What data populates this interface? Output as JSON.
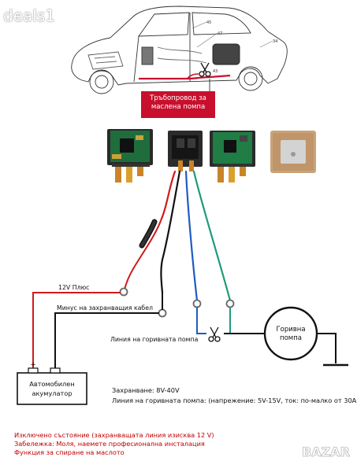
{
  "watermark": "deals1",
  "pipe_label": [
    "Тръбопровод за",
    "маслена помпа"
  ],
  "labels": {
    "plus12": "12V Плюс",
    "minus_cable": "Минус на захранващия кабел",
    "fuel_line": "Линия на горивната помпа",
    "fuel_pump": [
      "Горивна",
      "помпа"
    ],
    "battery": [
      "Автомобилен",
      "акумулатор"
    ],
    "battery_plus": "+",
    "battery_minus": "-"
  },
  "specs": [
    "Захранване: 8V-40V",
    "Линия на горивната помпа: (напрежение: 5V-15V, ток: по-малко от 30A)"
  ],
  "notes": [
    "Изключено състояние (захранващата линия изисква 12 V)",
    "Забележка: Моля, наемете професионална инсталация",
    "Функция за спиране на маслото"
  ],
  "logo": "BAZAR",
  "colors": {
    "red_label_bg": "#c8102e",
    "note_text": "#c00000",
    "wire_red": "#d11a1a",
    "wire_black": "#111111",
    "wire_blue": "#1e5bc6",
    "wire_green": "#1f9a7a"
  }
}
